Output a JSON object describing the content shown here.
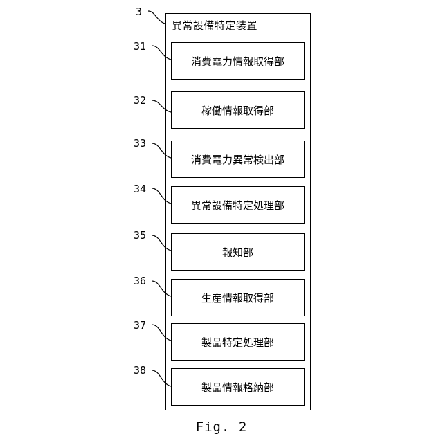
{
  "device": {
    "ref": "3",
    "title": "異常設備特定装置"
  },
  "blocks": [
    {
      "ref": "31",
      "label": "消費電力情報取得部"
    },
    {
      "ref": "32",
      "label": "稼働情報取得部"
    },
    {
      "ref": "33",
      "label": "消費電力異常検出部"
    },
    {
      "ref": "34",
      "label": "異常設備特定処理部"
    },
    {
      "ref": "35",
      "label": "報知部"
    },
    {
      "ref": "36",
      "label": "生産情報取得部"
    },
    {
      "ref": "37",
      "label": "製品特定処理部"
    },
    {
      "ref": "38",
      "label": "製品情報格納部"
    }
  ],
  "caption": "Fig. 2"
}
